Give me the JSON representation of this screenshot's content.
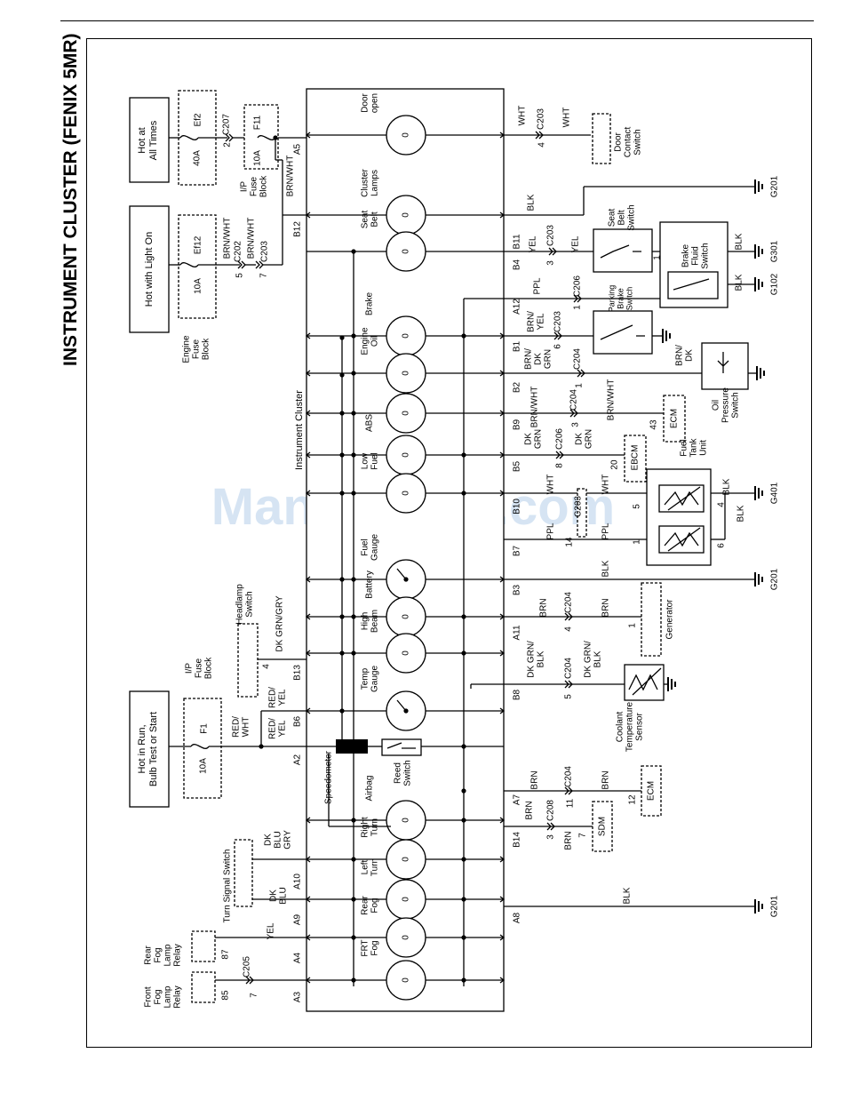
{
  "title": "INSTRUMENT CLUSTER (FENIX 5MR)",
  "watermark": "ManualsLib.com",
  "power": {
    "hot_at_all_times": [
      "Hot at",
      "All Times"
    ],
    "hot_with_light_on": "Hot with Light On",
    "hot_in_run": [
      "Hot in Run,",
      "Bulb Test or Start"
    ]
  },
  "cluster": {
    "label": "Instrument Cluster",
    "indicators": [
      {
        "lines": [
          "Door",
          "open"
        ]
      },
      {
        "lines": [
          "Cluster",
          "Lamps"
        ]
      },
      {
        "lines": [
          "Seat",
          "Belt"
        ]
      },
      {
        "lines": [
          "Brake"
        ]
      },
      {
        "lines": [
          "Engine",
          "Oil"
        ]
      },
      {
        "lines": [
          "ABS"
        ]
      },
      {
        "lines": [
          "Low",
          "Fuel"
        ]
      },
      {
        "lines": [
          "Fuel",
          "Gauge"
        ]
      },
      {
        "lines": [
          "Battery"
        ]
      },
      {
        "lines": [
          "High",
          "Beam"
        ]
      },
      {
        "lines": [
          "Temp",
          "Gauge"
        ]
      },
      {
        "lines": [
          "Airbag"
        ]
      },
      {
        "lines": [
          "Right",
          "Turn"
        ]
      },
      {
        "lines": [
          "Left",
          "Turn"
        ]
      },
      {
        "lines": [
          "Rear",
          "Fog"
        ]
      },
      {
        "lines": [
          "FRT",
          "Fog"
        ]
      }
    ],
    "bulb_zero": "0",
    "speedometer": "Speedometer",
    "reed_switch": [
      "Reed",
      "Switch"
    ]
  },
  "fuses": {
    "ef2": {
      "name": "Ef2",
      "rating": "40A"
    },
    "f11": {
      "name": "F11",
      "rating": "10A"
    },
    "ef12": {
      "name": "Ef12",
      "rating": "10A"
    },
    "f1": {
      "name": "F1",
      "rating": "10A"
    },
    "ip_fuse_block_1": [
      "I/P",
      "Fuse",
      "Block"
    ],
    "engine_fuse_block": [
      "Engine",
      "Fuse",
      "Block"
    ],
    "ip_fuse_block_2": [
      "I/P",
      "Fuse",
      "Block"
    ]
  },
  "left_pins": [
    "A5",
    "B12",
    "B13",
    "B6",
    "A2",
    "A10",
    "A9",
    "A4",
    "A3"
  ],
  "right_pins": [
    "B11",
    "B4",
    "A12",
    "B1",
    "B2",
    "B9",
    "B5",
    "B10",
    "B7",
    "B3",
    "A11",
    "B8",
    "A7",
    "B14",
    "A8"
  ],
  "connectors": [
    "C207",
    "C202",
    "C203",
    "C205",
    "C206",
    "C204",
    "C208"
  ],
  "connector_pins": [
    "2",
    "5",
    "7",
    "4",
    "87",
    "85",
    "3",
    "1",
    "6",
    "8",
    "14",
    "11",
    "12",
    "43",
    "20"
  ],
  "wires": [
    "WHT",
    "BLK",
    "YEL",
    "PPL",
    "BRN/",
    "DK",
    "GRN",
    "BRN/WHT",
    "BRN",
    "DK GRN/",
    "BLU",
    "RED/",
    "GRY",
    "DK GRN/GRY"
  ],
  "components": {
    "door_contact_switch": [
      "Door",
      "Contact",
      "Switch"
    ],
    "seat_belt_switch": [
      "Seat",
      "Belt",
      "Switch"
    ],
    "brake_fluid_switch": [
      "Brake",
      "Fluid",
      "Switch"
    ],
    "parking_brake_switch": [
      "Parking",
      "Brake",
      "Switch"
    ],
    "oil_pressure_switch": [
      "Oil",
      "Pressure",
      "Switch"
    ],
    "ecm": "ECM",
    "ebcm": "EBCM",
    "fuel_tank_unit": [
      "Fuel",
      "Tank",
      "Unit"
    ],
    "generator": "Generator",
    "coolant_temp_sensor": [
      "Coolant",
      "Temperature",
      "Sensor"
    ],
    "sdm": "SDM",
    "headlamp_switch": [
      "Headlamp",
      "Switch"
    ],
    "turn_signal_switch": "Turn Signal Switch",
    "rear_fog_relay": [
      "Rear",
      "Fog",
      "Lamp",
      "Relay"
    ],
    "front_fog_relay": [
      "Front",
      "Fog",
      "Lamp",
      "Relay"
    ]
  },
  "grounds": [
    "G201",
    "G301",
    "G102",
    "G401"
  ]
}
